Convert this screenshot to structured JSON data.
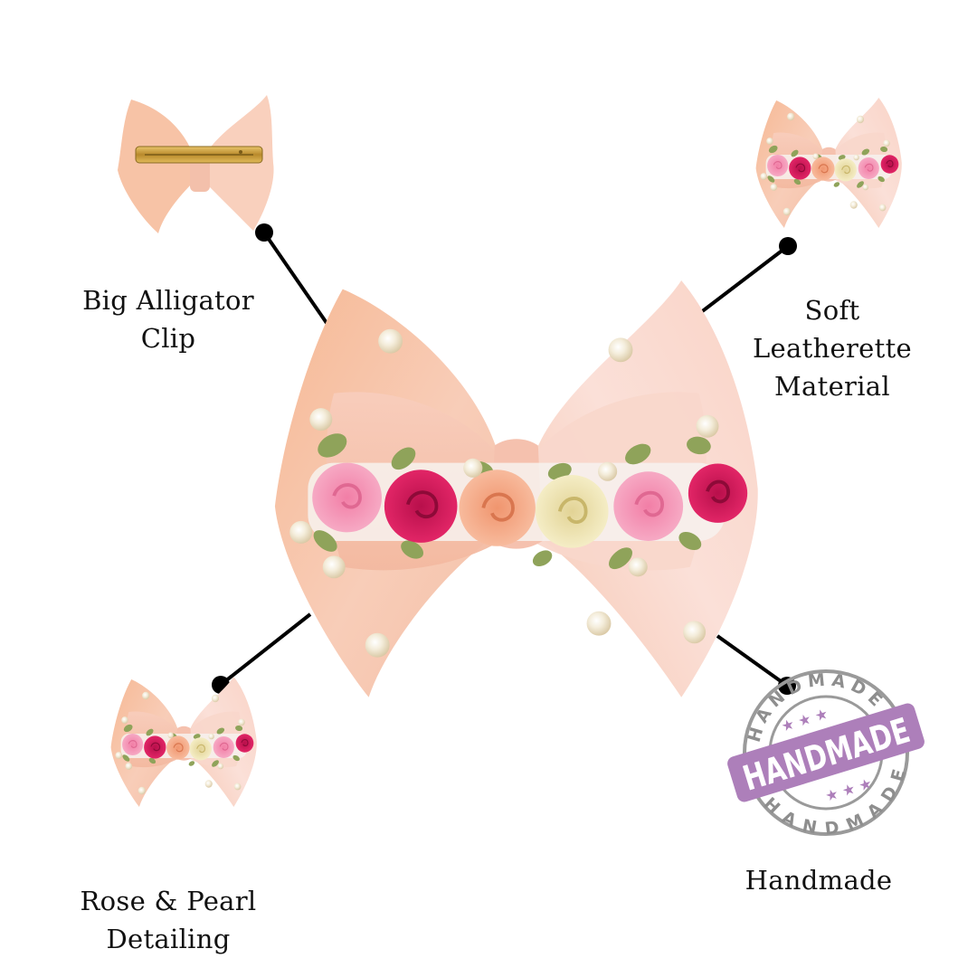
{
  "infographic": {
    "type": "product-feature-callouts",
    "product": "hair bow",
    "features": [
      {
        "id": "clip",
        "lines": [
          "Big Alligator",
          "Clip"
        ]
      },
      {
        "id": "leather",
        "lines": [
          "Soft",
          "Leatherette",
          "Material"
        ]
      },
      {
        "id": "rose",
        "lines": [
          "Rose & Pearl",
          "Detailing"
        ]
      },
      {
        "id": "handmade",
        "lines": [
          "Handmade"
        ]
      }
    ],
    "stamp": {
      "banner_text": "HANDMADE",
      "ring_text_top": "HANDMADE",
      "ring_text_bottom": "HANDMADE",
      "banner_color": "#ad7fba",
      "ring_color": "#9a9a9a"
    },
    "colors": {
      "background": "#ffffff",
      "bow_peach": "#f7c3a8",
      "bow_light": "#f9dcd2",
      "rose_pink": "#f6a9c3",
      "rose_magenta": "#e4195f",
      "rose_peach": "#f7b393",
      "rose_cream": "#f3ecbf",
      "leaf_green": "#8fa35a",
      "pearl": "#f3ead6",
      "connector": "#000000"
    }
  }
}
